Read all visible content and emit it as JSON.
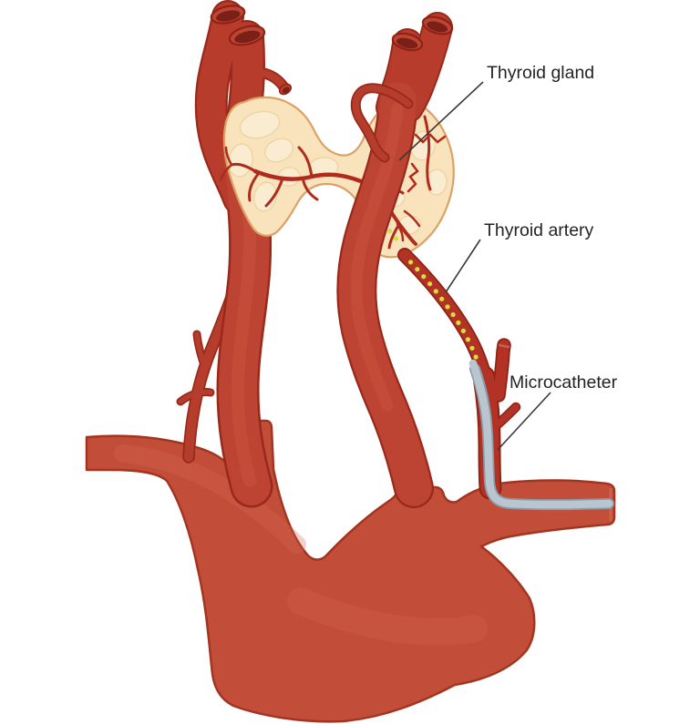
{
  "figure": {
    "title": "Thyroid gland embolization illustration",
    "background": "#ffffff"
  },
  "labels": {
    "thyroid_gland": "Thyroid gland",
    "thyroid_artery": "Thyroid artery",
    "microcatheter": "Microcatheter"
  },
  "colors": {
    "vessel_fill": "#C24E3A",
    "vessel_outline": "#A23420",
    "carotid_fill": "#BD4433",
    "carotid_outline": "#99291B",
    "tube_fill": "#B83C2B",
    "lumen_dark": "#7A2018",
    "thin_vessel_fill": "#B63D2C",
    "thin_vessel_outline": "#97291B",
    "artery_fill": "#B23325",
    "artery_outline": "#8E2214",
    "gland_fill": "#F8E3BD",
    "gland_outline": "#DCA165",
    "gland_patch": "#FAEDD4",
    "gland_patch_outline": "#EFD3A1",
    "gland_artery": "#AE2B1D",
    "microcatheter": "#B9C6CF",
    "microcatheter_outline": "#8A9CA9",
    "particle": "#D5DD3F",
    "leader_line": "#3b3738",
    "label_text": "#262223"
  },
  "particles": {
    "artery_dot_count": 13,
    "gland_dot_count": 5,
    "dot_radius": 2.6
  }
}
